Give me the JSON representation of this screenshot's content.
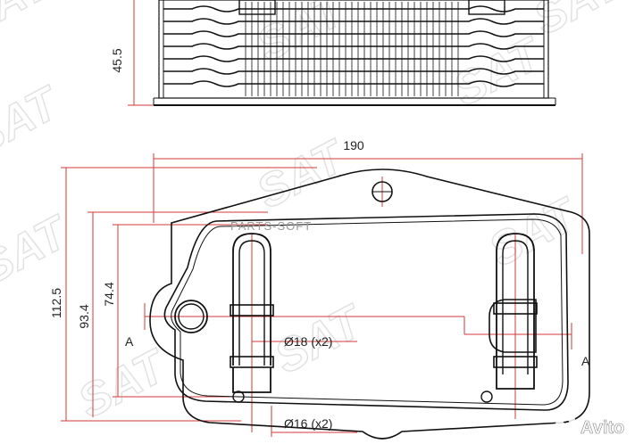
{
  "dimensions": {
    "height_side": "45.5",
    "length": "190",
    "overall_height": "112.5",
    "inner_height": "93.4",
    "pipe_spacing": "74.4",
    "pipe_outer": "Ø18 (x2)",
    "pipe_inner": "Ø16 (x2)"
  },
  "section_marks": {
    "left": "A",
    "right": "A"
  },
  "watermark": {
    "brand": "SAT",
    "overlay": "PARTS-SOFT"
  },
  "badge": {
    "text": "Avito"
  },
  "colors": {
    "dimension_line": "#d23a3a",
    "outline": "#111111"
  }
}
